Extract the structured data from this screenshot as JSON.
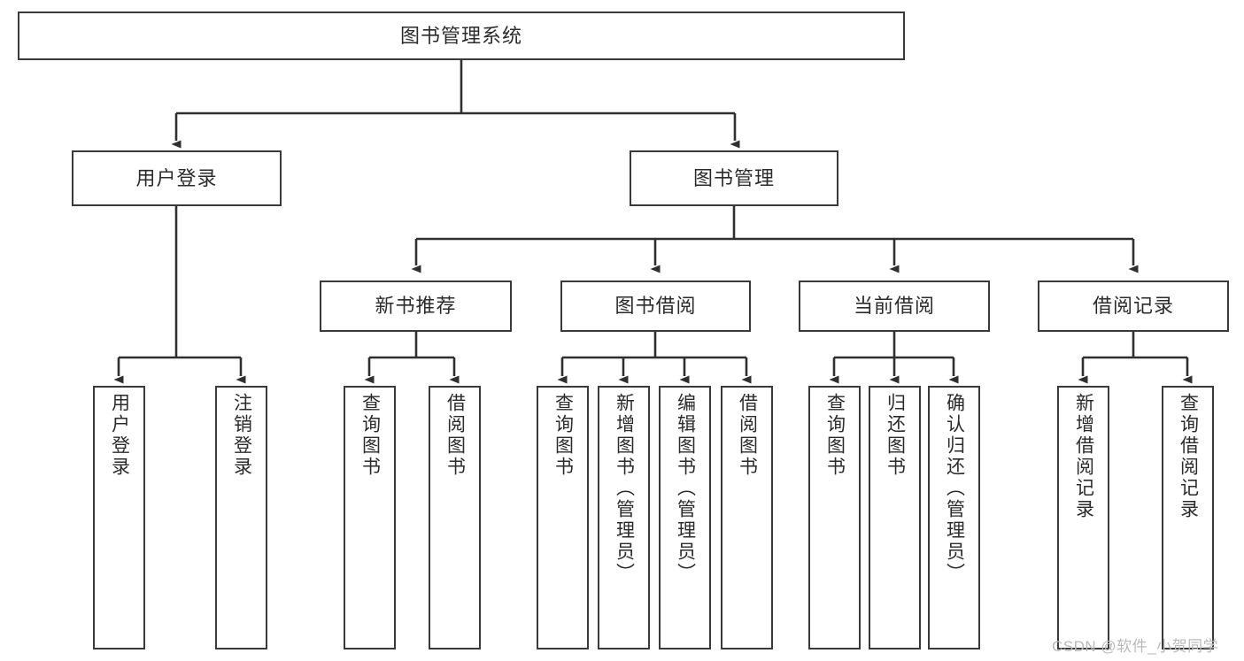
{
  "diagram": {
    "type": "tree-hierarchy-function-decomposition",
    "title": "图书管理系统",
    "watermark": "CSDN @软件_小贺同学",
    "colors": {
      "box_border": "#3a3a3a",
      "box_fill": "#ffffff",
      "connector": "#2f2f2f",
      "text": "#2b2b2b",
      "watermark": "#b9b9b9"
    },
    "nodes": {
      "root": {
        "label": "图书管理系统"
      },
      "level1": [
        {
          "id": "user-login",
          "label": "用户登录"
        },
        {
          "id": "book-management",
          "label": "图书管理"
        }
      ],
      "level2": [
        {
          "id": "new-book-recommend",
          "label": "新书推荐"
        },
        {
          "id": "book-borrow",
          "label": "图书借阅"
        },
        {
          "id": "current-borrow",
          "label": "当前借阅"
        },
        {
          "id": "borrow-record",
          "label": "借阅记录"
        }
      ],
      "leaves": {
        "user-login": [
          {
            "id": "leaf-user-login",
            "label": "用户登录"
          },
          {
            "id": "leaf-logout-login",
            "label": "注销登录"
          }
        ],
        "new-book-recommend": [
          {
            "id": "leaf-query-book-1",
            "label": "查询图书"
          },
          {
            "id": "leaf-borrow-book-1",
            "label": "借阅图书"
          }
        ],
        "book-borrow": [
          {
            "id": "leaf-query-book-2",
            "label": "查询图书"
          },
          {
            "id": "leaf-add-book",
            "label": "新增图书（管理员）"
          },
          {
            "id": "leaf-edit-book",
            "label": "编辑图书（管理员）"
          },
          {
            "id": "leaf-borrow-book-2",
            "label": "借阅图书"
          }
        ],
        "current-borrow": [
          {
            "id": "leaf-query-book-3",
            "label": "查询图书"
          },
          {
            "id": "leaf-return-book",
            "label": "归还图书"
          },
          {
            "id": "leaf-confirm-return",
            "label": "确认归还（管理员）"
          }
        ],
        "borrow-record": [
          {
            "id": "leaf-add-record",
            "label": "新增借阅记录"
          },
          {
            "id": "leaf-query-record",
            "label": "查询借阅记录"
          }
        ]
      }
    }
  }
}
